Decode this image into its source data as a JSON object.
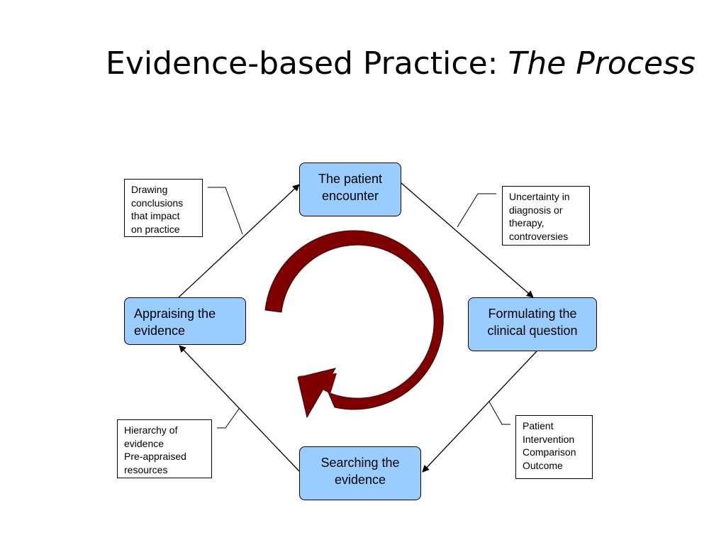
{
  "title": {
    "main": "Evidence-based Practice: ",
    "emphasis": "The Process"
  },
  "nodes": {
    "patient_encounter": "The patient encounter",
    "formulating": "Formulating the clinical question",
    "searching": "Searching the evidence",
    "appraising": "Appraising the evidence"
  },
  "notes": {
    "drawing_conclusions": [
      "Drawing",
      "conclusions",
      "that impact",
      "on practice"
    ],
    "uncertainty": [
      "Uncertainty in",
      "diagnosis or",
      "therapy,",
      "controversies"
    ],
    "pico": [
      "Patient",
      "Intervention",
      "Comparison",
      "Outcome"
    ],
    "hierarchy": [
      "Hierarchy of",
      "evidence",
      "Pre-appraised",
      "resources"
    ]
  },
  "colors": {
    "node_fill": "#99ccff",
    "cycle_arrow": "#800000"
  },
  "icons": {
    "cycle": "circular-arrow-icon"
  }
}
